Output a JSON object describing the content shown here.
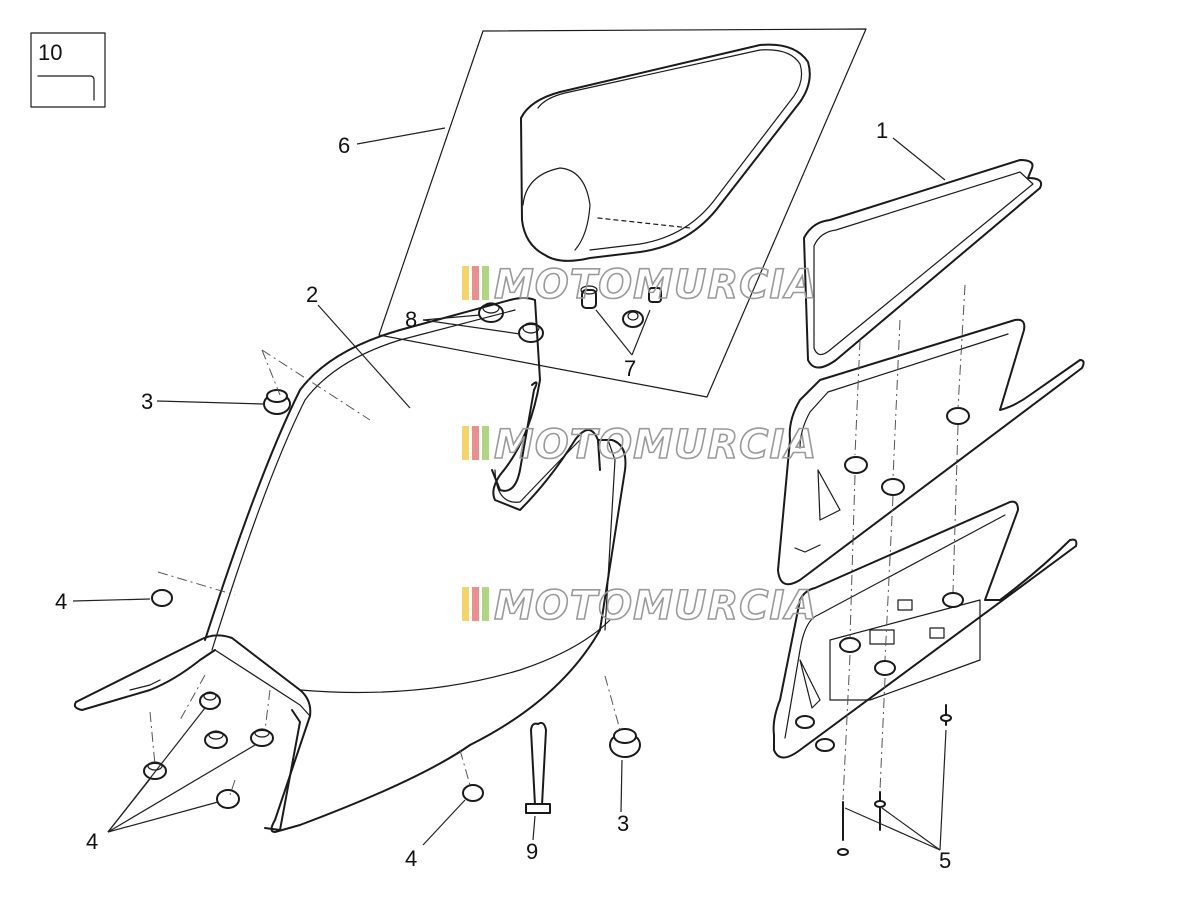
{
  "tool_box": {
    "label": "10",
    "icon": "hex-key-icon"
  },
  "callouts": {
    "c1": "1",
    "c2": "2",
    "c3a": "3",
    "c3b": "3",
    "c4a": "4",
    "c4b": "4",
    "c4c": "4",
    "c5": "5",
    "c6": "6",
    "c7": "7",
    "c8": "8",
    "c9": "9"
  },
  "watermark": {
    "text": "MOTOMURCIA",
    "colors": [
      "#f2c94c",
      "#e57373",
      "#9ccc65",
      "#9e9e9e"
    ]
  }
}
